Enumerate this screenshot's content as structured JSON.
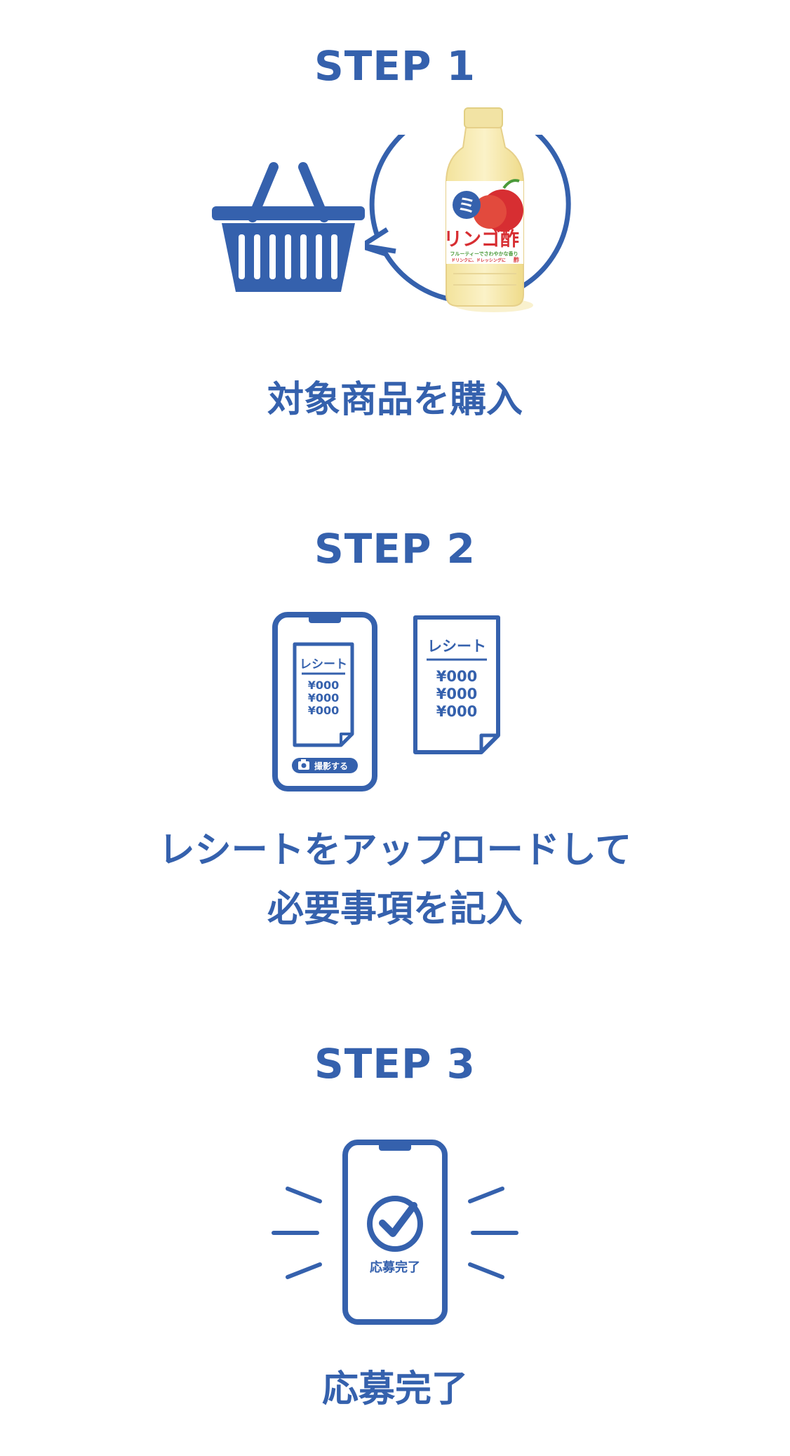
{
  "colors": {
    "brand_blue": "#3561ad",
    "background": "#ffffff"
  },
  "steps": [
    {
      "title": "STEP 1",
      "caption_lines": [
        "対象商品を購入"
      ],
      "icons": [
        "shopping-basket-icon",
        "speech-bubble-icon",
        "vinegar-bottle-image"
      ],
      "product": {
        "logo_symbol": "ミ",
        "name": "リンゴ酢",
        "tagline": "フルーティーでさわやかな香り",
        "subline": "ドリンクに、ドレッシングに",
        "badge": "酢"
      }
    },
    {
      "title": "STEP 2",
      "caption_lines": [
        "レシートをアップロードして",
        "必要事項を記入"
      ],
      "icons": [
        "smartphone-icon",
        "receipt-icon",
        "camera-icon"
      ],
      "phone_receipt": {
        "heading": "レシート",
        "lines": [
          "¥000",
          "¥000",
          "¥000"
        ],
        "shoot_button": "撮影する"
      },
      "paper_receipt": {
        "heading": "レシート",
        "lines": [
          "¥000",
          "¥000",
          "¥000"
        ]
      }
    },
    {
      "title": "STEP 3",
      "caption_lines": [
        "応募完了"
      ],
      "icons": [
        "smartphone-icon",
        "check-circle-icon",
        "vibration-lines-icon"
      ],
      "phone_label": "応募完了"
    }
  ]
}
